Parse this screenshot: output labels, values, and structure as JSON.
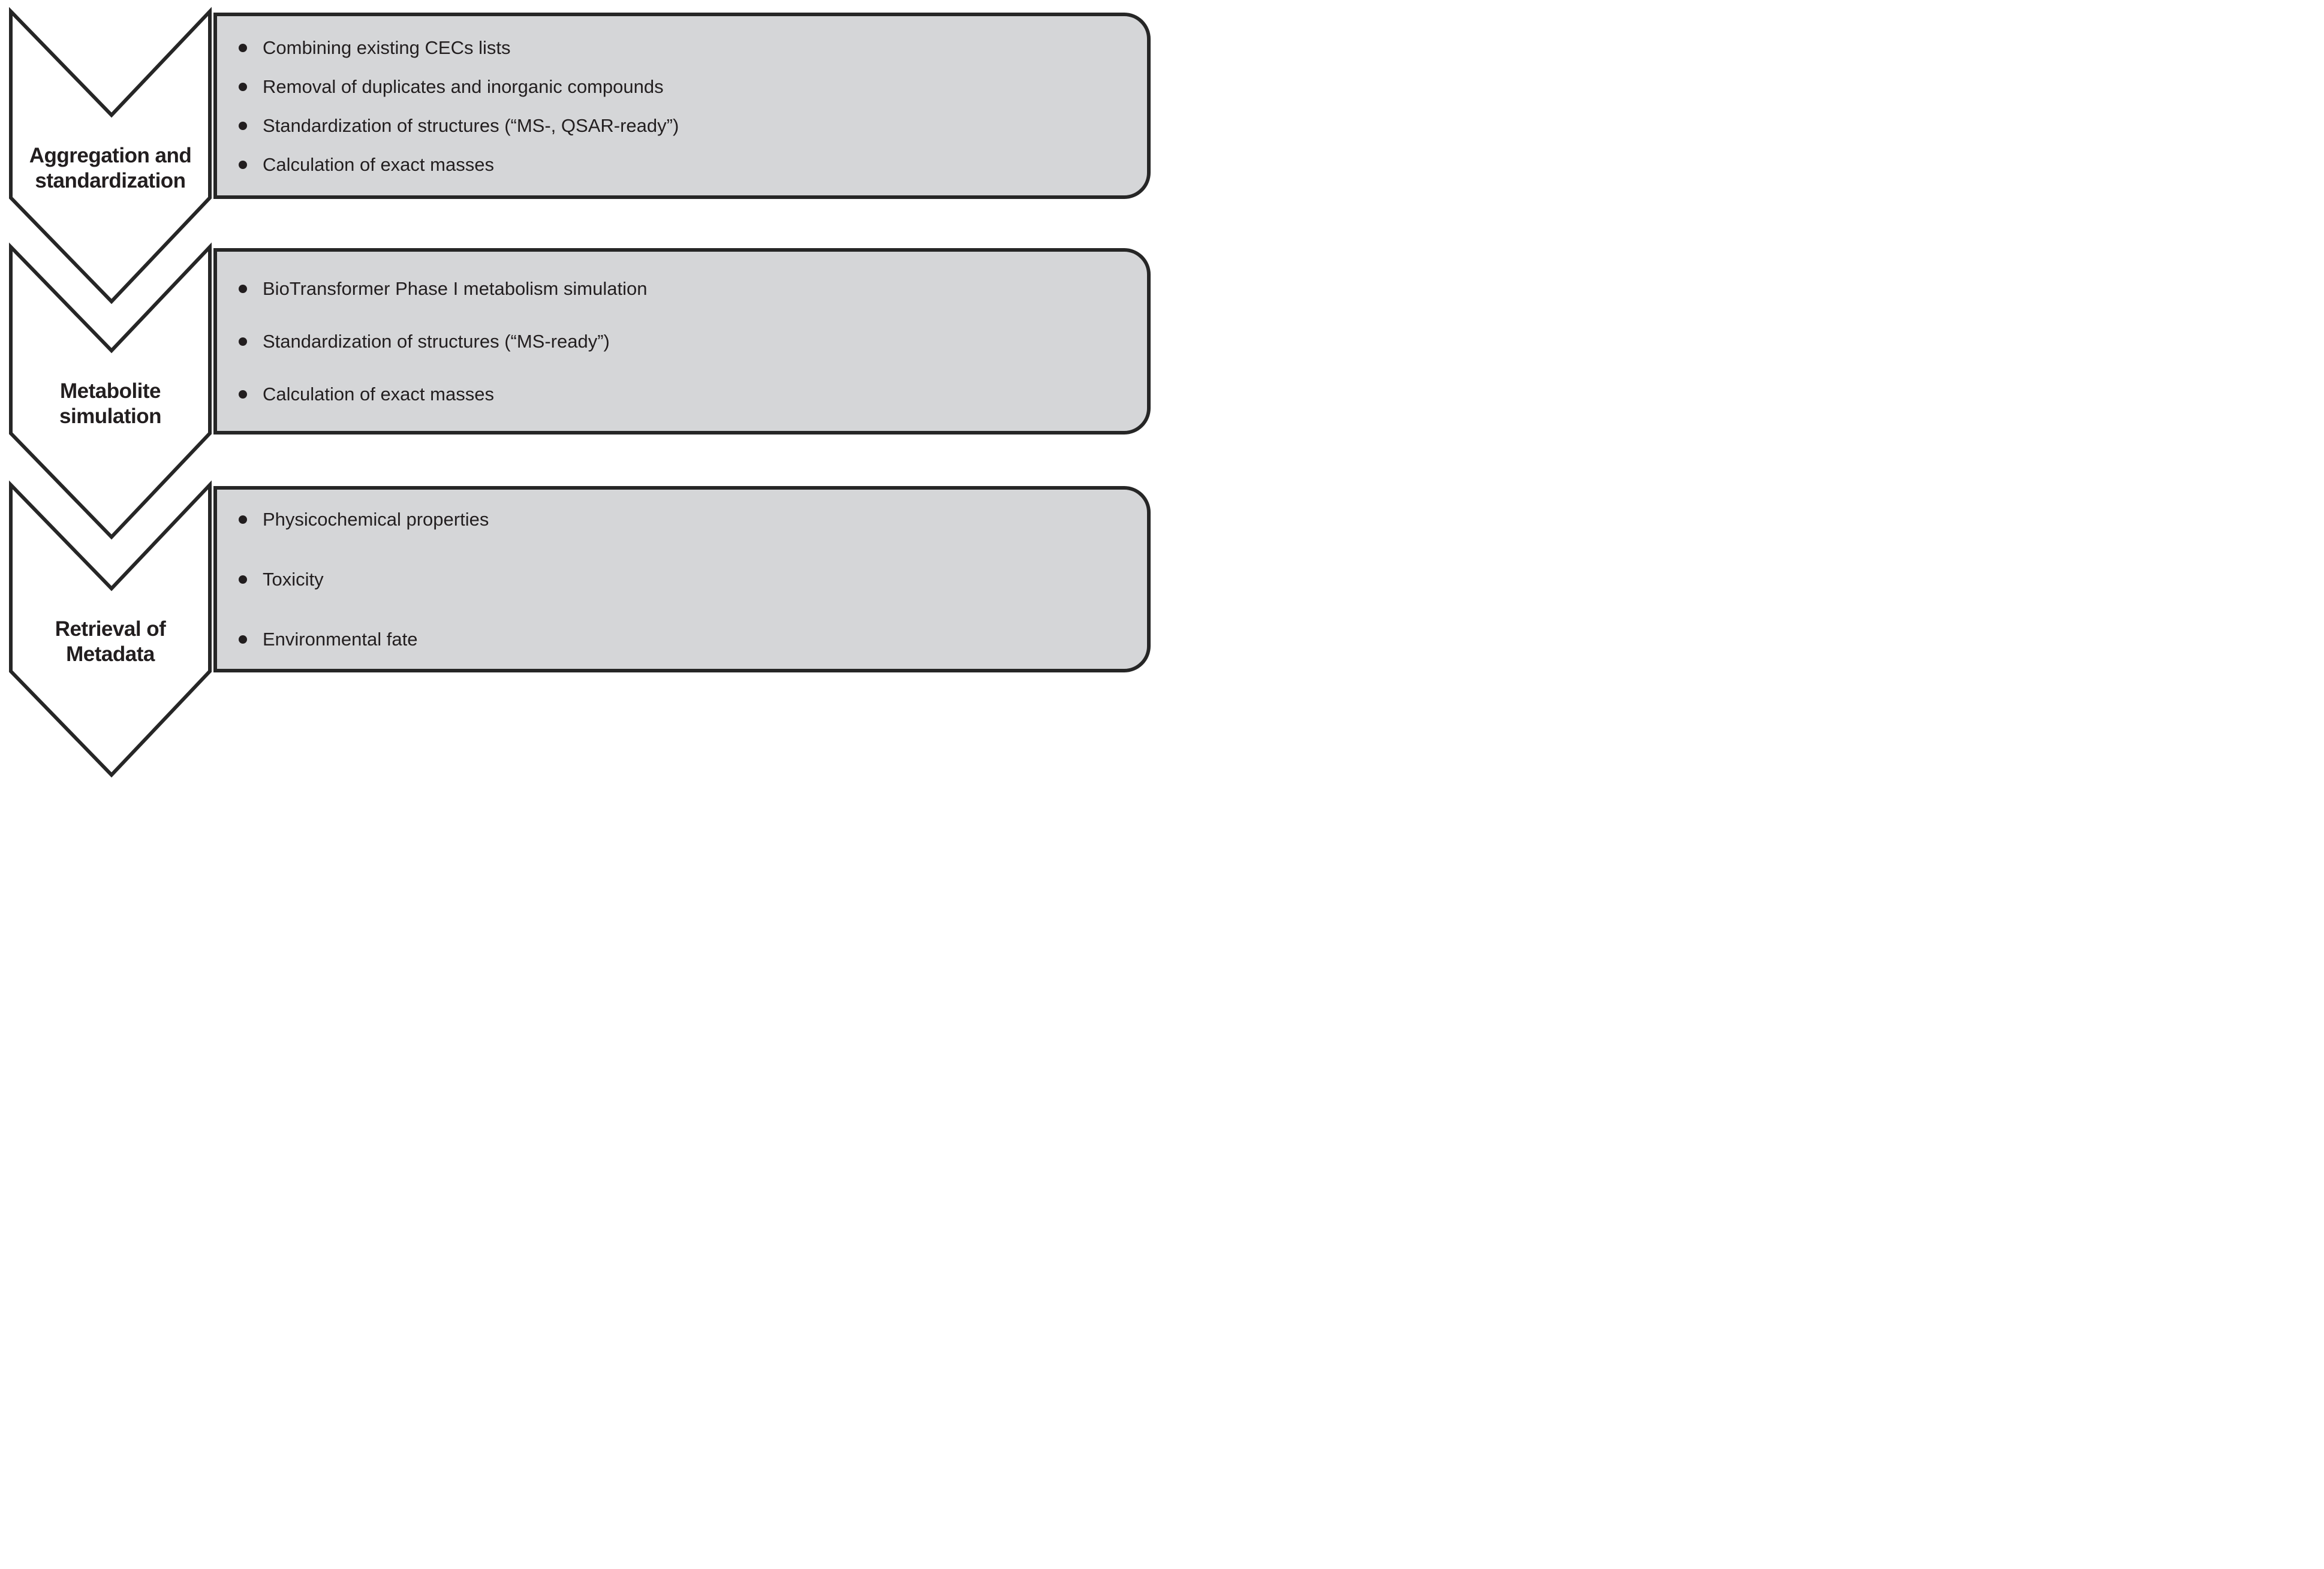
{
  "colors": {
    "page_bg": "#ffffff",
    "box_fill": "#d5d6d8",
    "stroke_dark": "#262626",
    "text_dark": "#221e1f"
  },
  "icons": {
    "bullet": "filled-circle"
  },
  "diagram_type": "vertical-chevron-process-list",
  "steps": [
    {
      "label": "Aggregation and standardization",
      "label_lines": [
        "Aggregation and",
        "standardization"
      ],
      "bullets": [
        "Combining existing CECs lists",
        "Removal of duplicates and inorganic compounds",
        "Standardization of structures (“MS-, QSAR-ready”)",
        "Calculation of exact masses"
      ]
    },
    {
      "label": "Metabolite simulation",
      "label_lines": [
        "Metabolite",
        "simulation"
      ],
      "bullets": [
        "BioTransformer Phase I metabolism simulation",
        "Standardization of structures (“MS-ready”)",
        "Calculation of exact masses"
      ]
    },
    {
      "label": "Retrieval of Metadata",
      "label_lines": [
        "Retrieval of",
        "Metadata"
      ],
      "bullets": [
        "Physicochemical properties",
        "Toxicity",
        "Environmental fate"
      ]
    }
  ]
}
